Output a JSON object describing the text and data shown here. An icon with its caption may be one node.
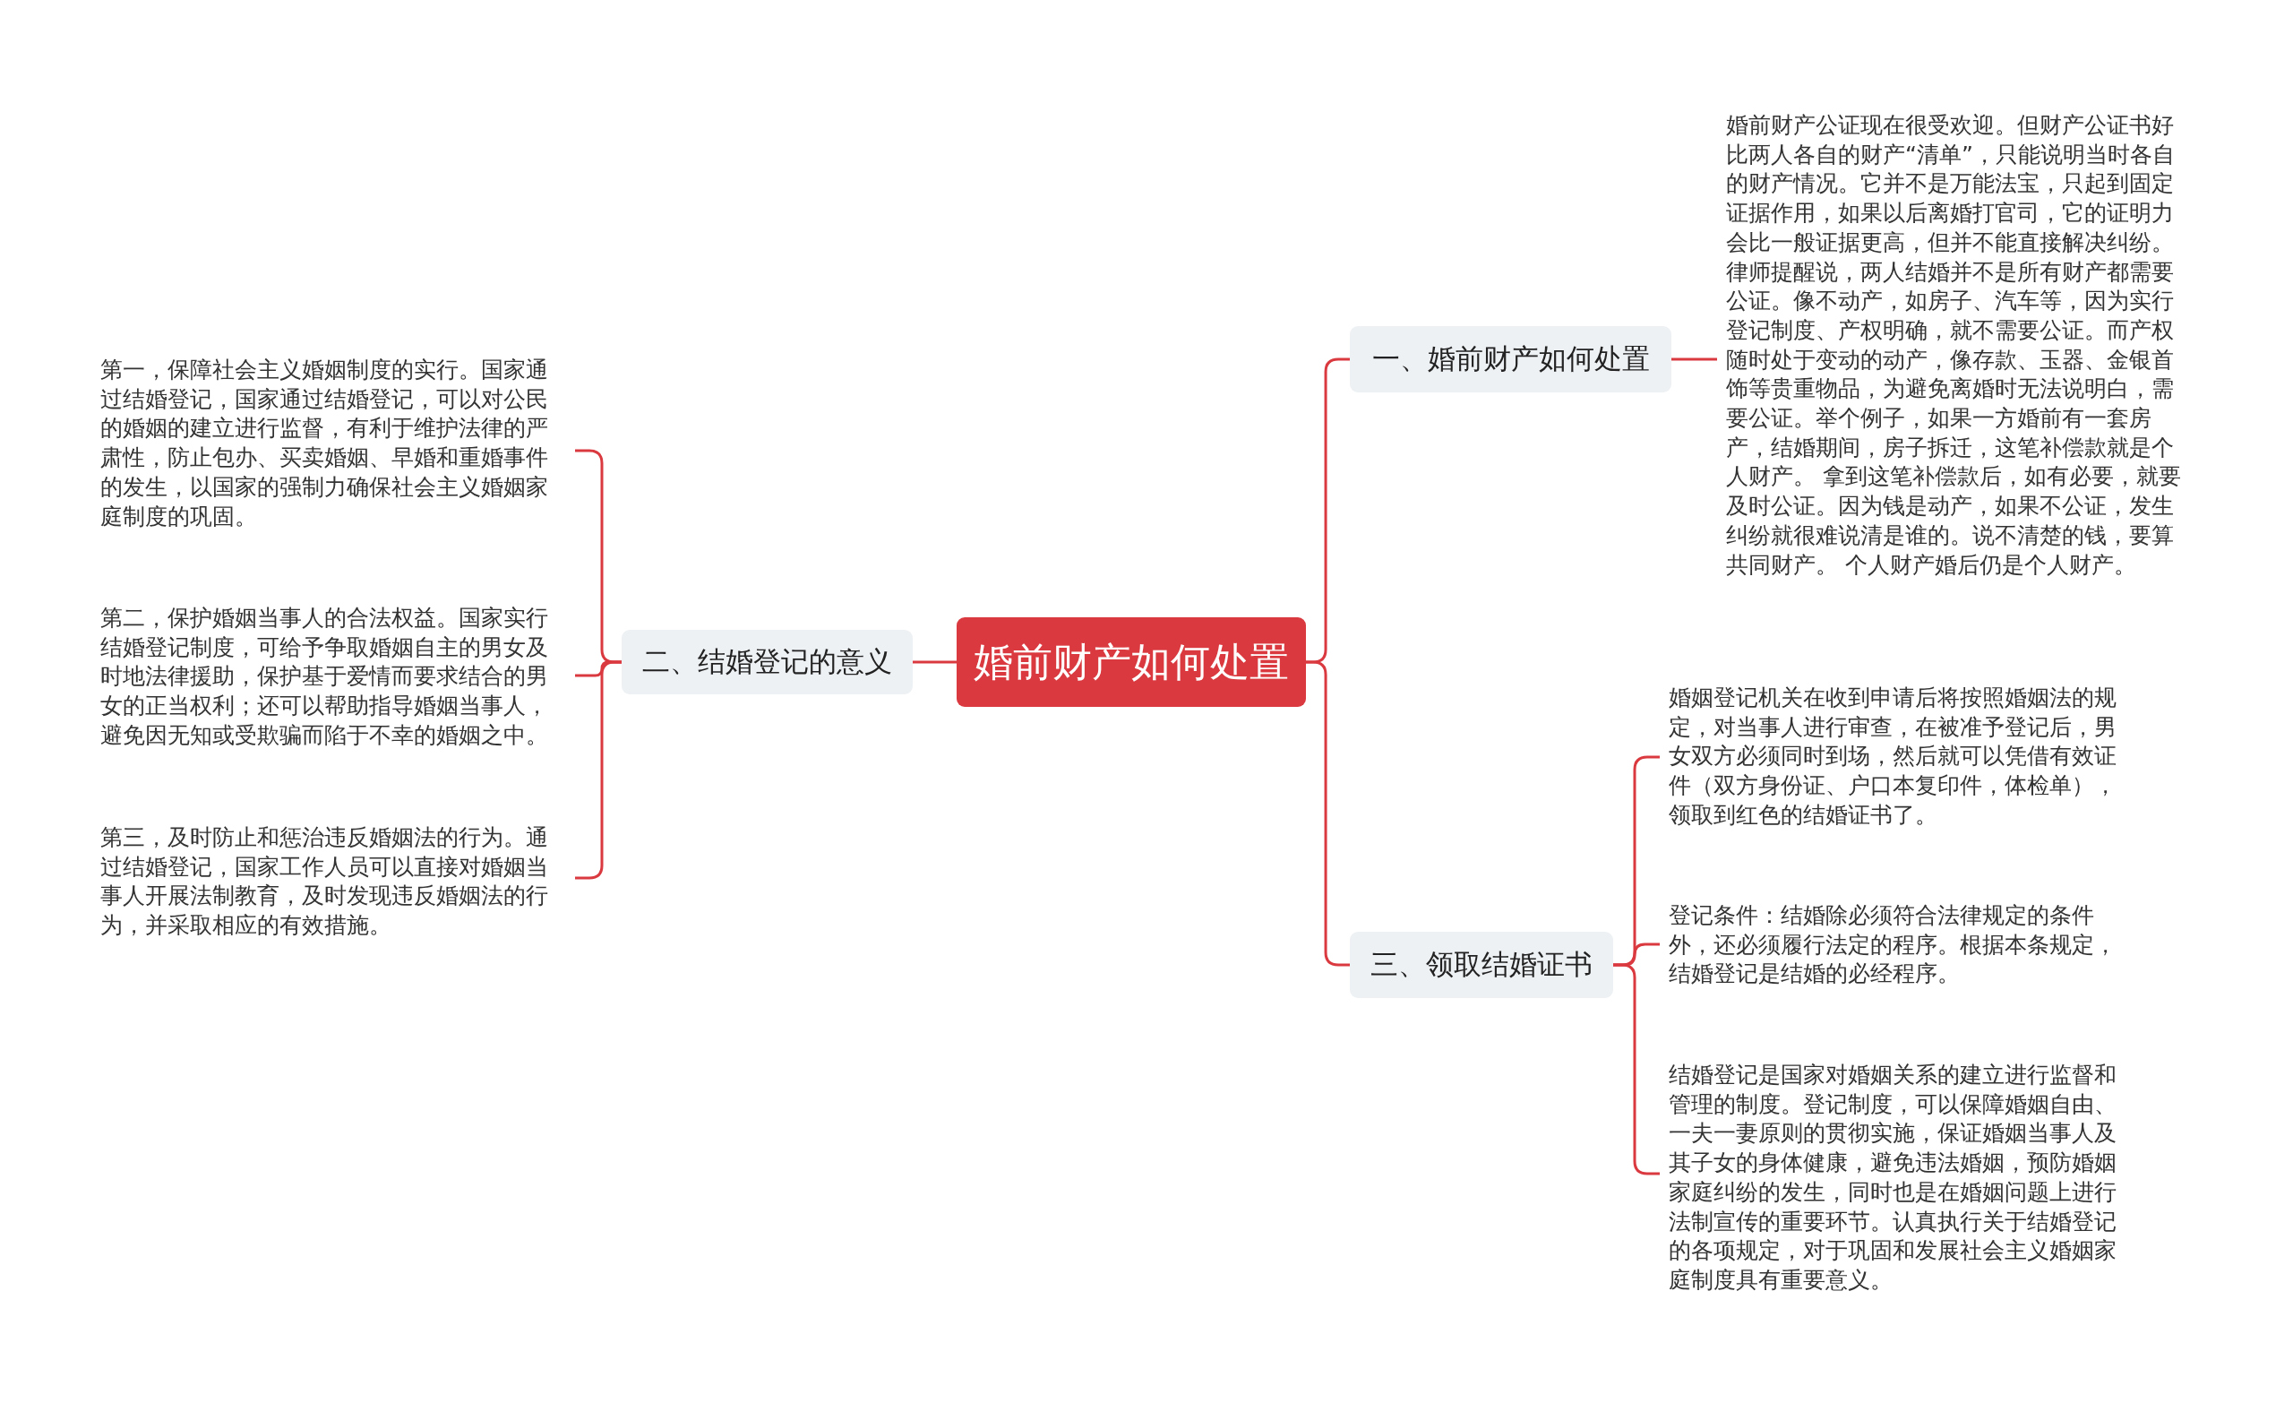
{
  "diagram": {
    "nodes": [
      {
        "text": [
          "婚前财产如何处置"
        ]
      },
      {
        "text": [
          "一、婚前财产如何处置"
        ]
      },
      {
        "text": [
          "婚前财产公证现在很受欢迎。但财产公证书好比两人各自的财产“清单”，只能说明当时各自的财产情况。它并不是万能法宝，只起到固定证据作用，如果以后离婚打官司，它的证明力会比一般证据更高，但并不能直接解决纠纷。律师提醒说，两人结婚并不是所有财产都需要公证。像不动产，如房子、汽车等，因为实行登记制度、产权明确，就不需要公证。而产权随时处于变动的动产，像存款、玉器、金银首饰等贵重物品，为避免离婚时无法说明白，需要公证。举个例子，如果一方婚前有一套房产，结婚期间，房子拆迁，这笔补偿款就是个人财产。 拿到这笔补偿款后，如有必要，就要及时公证。因为钱是动产，如果不公证，发生纠纷就很难说清是谁的。说不清楚的钱，要算共同财产。 个人财产婚后仍是个人财产。"
        ]
      },
      {
        "text": [
          "二、结婚登记的意义"
        ]
      },
      {
        "text": [
          "第一，保障社会主义婚姻制度的实行。国家通过结婚登记，国家通过结婚登记，可以对公民的婚姻的建立进行监督，有利于维护法律的严肃性，防止包办、买卖婚姻、早婚和重婚事件的发生，以国家的强制力确保社会主义婚姻家庭制度的巩固。"
        ]
      },
      {
        "text": [
          "第二，保护婚姻当事人的合法权益。国家实行结婚登记制度，可给予争取婚姻自主的男女及时地法律援助，保护基于爱情而要求结合的男女的正当权利；还可以帮助指导婚姻当事人，避免因无知或受欺骗而陷于不幸的婚姻之中。"
        ]
      },
      {
        "text": [
          "第三，及时防止和惩治违反婚姻法的行为。通过结婚登记，国家工作人员可以直接对婚姻当事人开展法制教育，及时发现违反婚姻法的行为，并采取相应的有效措施。"
        ]
      },
      {
        "text": [
          "三、领取结婚证书"
        ]
      },
      {
        "text": [
          "婚姻登记机关在收到申请后将按照婚姻法的规定，对当事人进行审查，在被准予登记后，男女双方必须同时到场，然后就可以凭借有效证件（双方身份证、户口本复印件，体检单），领取到红色的结婚证书了。"
        ]
      },
      {
        "text": [
          "登记条件：结婚除必须符合法律规定的条件外，还必须履行法定的程序。根据本条规定，结婚登记是结婚的必经程序。"
        ]
      },
      {
        "text": [
          "结婚登记是国家对婚姻关系的建立进行监督和管理的制度。登记制度，可以保障婚姻自由、一夫一妻原则的贯彻实施，保证婚姻当事人及其子女的身体健康，避免违法婚姻，预防婚姻家庭纠纷的发生，同时也是在婚姻问题上进行法制宣传的重要环节。认真执行关于结婚登记的各项规定，对于巩固和发展社会主义婚姻家庭制度具有重要意义。"
        ]
      }
    ],
    "edges": [
      {
        "from": 0,
        "to": 1,
        "arrow": "none"
      },
      {
        "from": 1,
        "to": 2,
        "arrow": "none"
      },
      {
        "from": 0,
        "to": 3,
        "arrow": "none"
      },
      {
        "from": 3,
        "to": 4,
        "arrow": "none"
      },
      {
        "from": 3,
        "to": 5,
        "arrow": "none"
      },
      {
        "from": 3,
        "to": 6,
        "arrow": "none"
      },
      {
        "from": 0,
        "to": 7,
        "arrow": "none"
      },
      {
        "from": 7,
        "to": 8,
        "arrow": "none"
      },
      {
        "from": 7,
        "to": 9,
        "arrow": "none"
      },
      {
        "from": 7,
        "to": 10,
        "arrow": "none"
      }
    ]
  }
}
